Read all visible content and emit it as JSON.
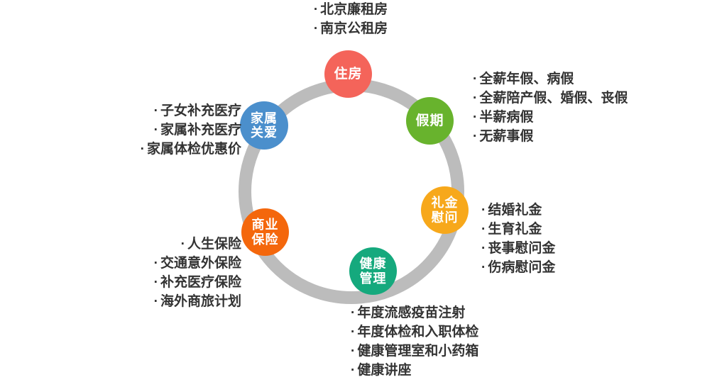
{
  "diagram": {
    "type": "radial-cycle",
    "ring_color": "#bcbcbc",
    "text_color": "#333333",
    "nodes": [
      {
        "id": "housing",
        "lines": [
          "住房"
        ],
        "color": "#f4645a",
        "items": [
          "北京廉租房",
          "南京公租房"
        ]
      },
      {
        "id": "holiday",
        "lines": [
          "假期"
        ],
        "color": "#68b32d",
        "items": [
          "全薪年假、病假",
          "全薪陪产假、婚假、丧假",
          "半薪病假",
          "无薪事假"
        ]
      },
      {
        "id": "gift",
        "lines": [
          "礼金",
          "慰问"
        ],
        "color": "#f7a81b",
        "items": [
          "结婚礼金",
          "生育礼金",
          "丧事慰问金",
          "伤病慰问金"
        ]
      },
      {
        "id": "health",
        "lines": [
          "健康",
          "管理"
        ],
        "color": "#15a97d",
        "items": [
          "年度流感疫苗注射",
          "年度体检和入职体检",
          "健康管理室和小药箱",
          "健康讲座"
        ]
      },
      {
        "id": "insurance",
        "lines": [
          "商业",
          "保险"
        ],
        "color": "#f4670c",
        "items": [
          "人生保险",
          "交通意外保险",
          "补充医疗保险",
          "海外商旅计划"
        ]
      },
      {
        "id": "family",
        "lines": [
          "家属",
          "关爱"
        ],
        "color": "#4b8fcc",
        "items": [
          "子女补充医疗",
          "家属补充医疗",
          "家属体检优惠价"
        ]
      }
    ]
  }
}
